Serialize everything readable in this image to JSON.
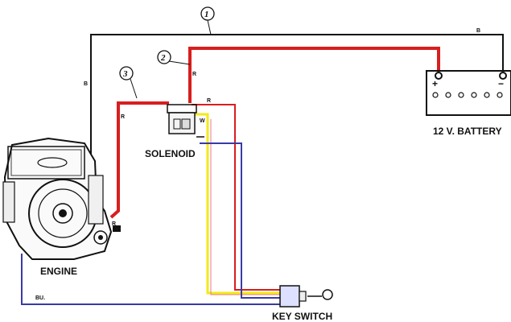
{
  "labels": {
    "engine": "ENGINE",
    "solenoid": "SOLENOID",
    "battery": "12 V. BATTERY",
    "key_switch": "KEY SWITCH"
  },
  "wire_numbers": {
    "w1": "1",
    "w2": "2",
    "w3": "3"
  },
  "wire_codes": {
    "b_top": "B",
    "b_left": "B",
    "r_2": "R",
    "r_3": "R",
    "r_sol": "R",
    "w_sol": "W",
    "r_eng": "R",
    "bu": "BU."
  },
  "battery_terminals": {
    "positive": "+",
    "negative": "−"
  },
  "colors": {
    "red": "#d81e1e",
    "yellow": "#f2ea1a",
    "blue": "#3a3aa8",
    "black": "#111111",
    "pink": "#e87a8a"
  }
}
